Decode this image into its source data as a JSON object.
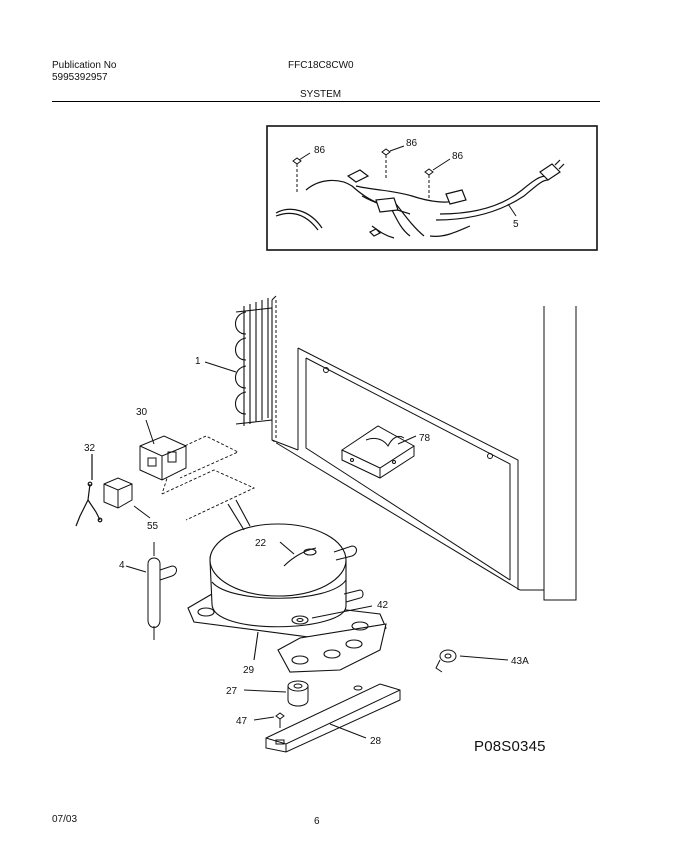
{
  "header": {
    "pub_label": "Publication No",
    "pub_number": "5995392957",
    "model": "FFC18C8CW0",
    "section": "SYSTEM"
  },
  "callouts": {
    "p86a": "86",
    "p86b": "86",
    "p86c": "86",
    "p5": "5",
    "p1": "1",
    "p30": "30",
    "p32": "32",
    "p55": "55",
    "p4": "4",
    "p22": "22",
    "p78": "78",
    "p42": "42",
    "p29": "29",
    "p27": "27",
    "p47": "47",
    "p28": "28",
    "p43a": "43A"
  },
  "diagram_id": "P08S0345",
  "footer": {
    "date": "07/03",
    "page": "6"
  }
}
